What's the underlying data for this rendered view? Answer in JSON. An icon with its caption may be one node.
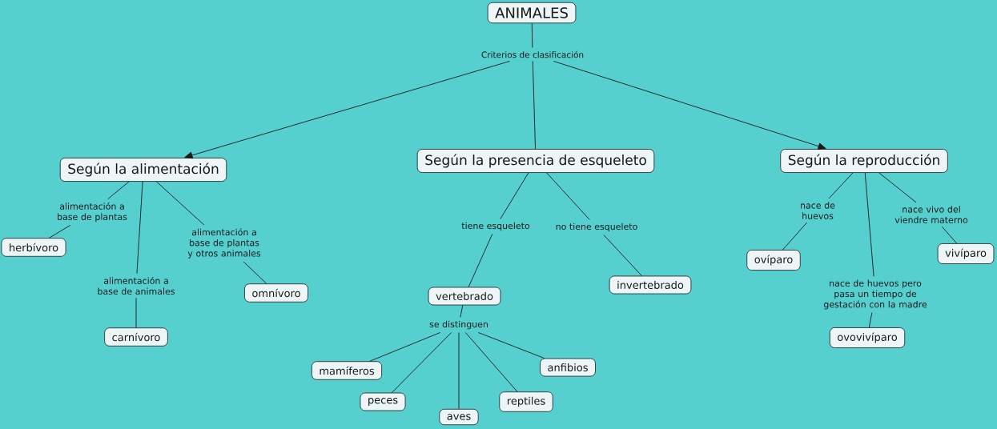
{
  "diagram": {
    "nodes": [
      {
        "text": [
          "ANIMALES"
        ]
      },
      {
        "text": [
          "Criterios de clasificación"
        ]
      },
      {
        "text": [
          "Según la alimentación"
        ]
      },
      {
        "text": [
          "Según la presencia de esqueleto"
        ]
      },
      {
        "text": [
          "Según la reproducción"
        ]
      },
      {
        "text": [
          "alimentación a base de plantas"
        ]
      },
      {
        "text": [
          "herbívoro"
        ]
      },
      {
        "text": [
          "alimentación a base de plantas y otros animales"
        ]
      },
      {
        "text": [
          "omnívoro"
        ]
      },
      {
        "text": [
          "alimentación a base de animales"
        ]
      },
      {
        "text": [
          "carnívoro"
        ]
      },
      {
        "text": [
          "tiene esqueleto"
        ]
      },
      {
        "text": [
          "no tiene esqueleto"
        ]
      },
      {
        "text": [
          "vertebrado"
        ]
      },
      {
        "text": [
          "invertebrado"
        ]
      },
      {
        "text": [
          "se distinguen"
        ]
      },
      {
        "text": [
          "mamíferos"
        ]
      },
      {
        "text": [
          "anfibios"
        ]
      },
      {
        "text": [
          "peces"
        ]
      },
      {
        "text": [
          "reptiles"
        ]
      },
      {
        "text": [
          "aves"
        ]
      },
      {
        "text": [
          "nace de huevos"
        ]
      },
      {
        "text": [
          "nace vivo del viendre materno"
        ]
      },
      {
        "text": [
          "ovíparo"
        ]
      },
      {
        "text": [
          "vivíparo"
        ]
      },
      {
        "text": [
          "nace de huevos pero pasa un tiempo de gestación con la madre"
        ]
      },
      {
        "text": [
          "ovovivíparo"
        ]
      }
    ],
    "edges": [
      {
        "from": 0,
        "to": 1,
        "arrow": "none"
      },
      {
        "from": 1,
        "to": 2,
        "arrow": "to"
      },
      {
        "from": 1,
        "to": 3,
        "arrow": "none"
      },
      {
        "from": 1,
        "to": 4,
        "arrow": "to"
      },
      {
        "from": 2,
        "to": 5,
        "arrow": "none"
      },
      {
        "from": 5,
        "to": 6,
        "arrow": "none"
      },
      {
        "from": 2,
        "to": 9,
        "arrow": "none"
      },
      {
        "from": 9,
        "to": 10,
        "arrow": "none"
      },
      {
        "from": 2,
        "to": 7,
        "arrow": "none"
      },
      {
        "from": 7,
        "to": 8,
        "arrow": "none"
      },
      {
        "from": 3,
        "to": 11,
        "arrow": "none"
      },
      {
        "from": 11,
        "to": 13,
        "arrow": "none"
      },
      {
        "from": 3,
        "to": 12,
        "arrow": "none"
      },
      {
        "from": 12,
        "to": 14,
        "arrow": "none"
      },
      {
        "from": 13,
        "to": 15,
        "arrow": "none"
      },
      {
        "from": 15,
        "to": 16,
        "arrow": "none"
      },
      {
        "from": 15,
        "to": 18,
        "arrow": "none"
      },
      {
        "from": 15,
        "to": 20,
        "arrow": "none"
      },
      {
        "from": 15,
        "to": 19,
        "arrow": "none"
      },
      {
        "from": 15,
        "to": 17,
        "arrow": "none"
      },
      {
        "from": 4,
        "to": 21,
        "arrow": "none"
      },
      {
        "from": 21,
        "to": 23,
        "arrow": "none"
      },
      {
        "from": 4,
        "to": 25,
        "arrow": "none"
      },
      {
        "from": 25,
        "to": 26,
        "arrow": "none"
      },
      {
        "from": 4,
        "to": 22,
        "arrow": "none"
      },
      {
        "from": 22,
        "to": 24,
        "arrow": "none"
      }
    ]
  }
}
